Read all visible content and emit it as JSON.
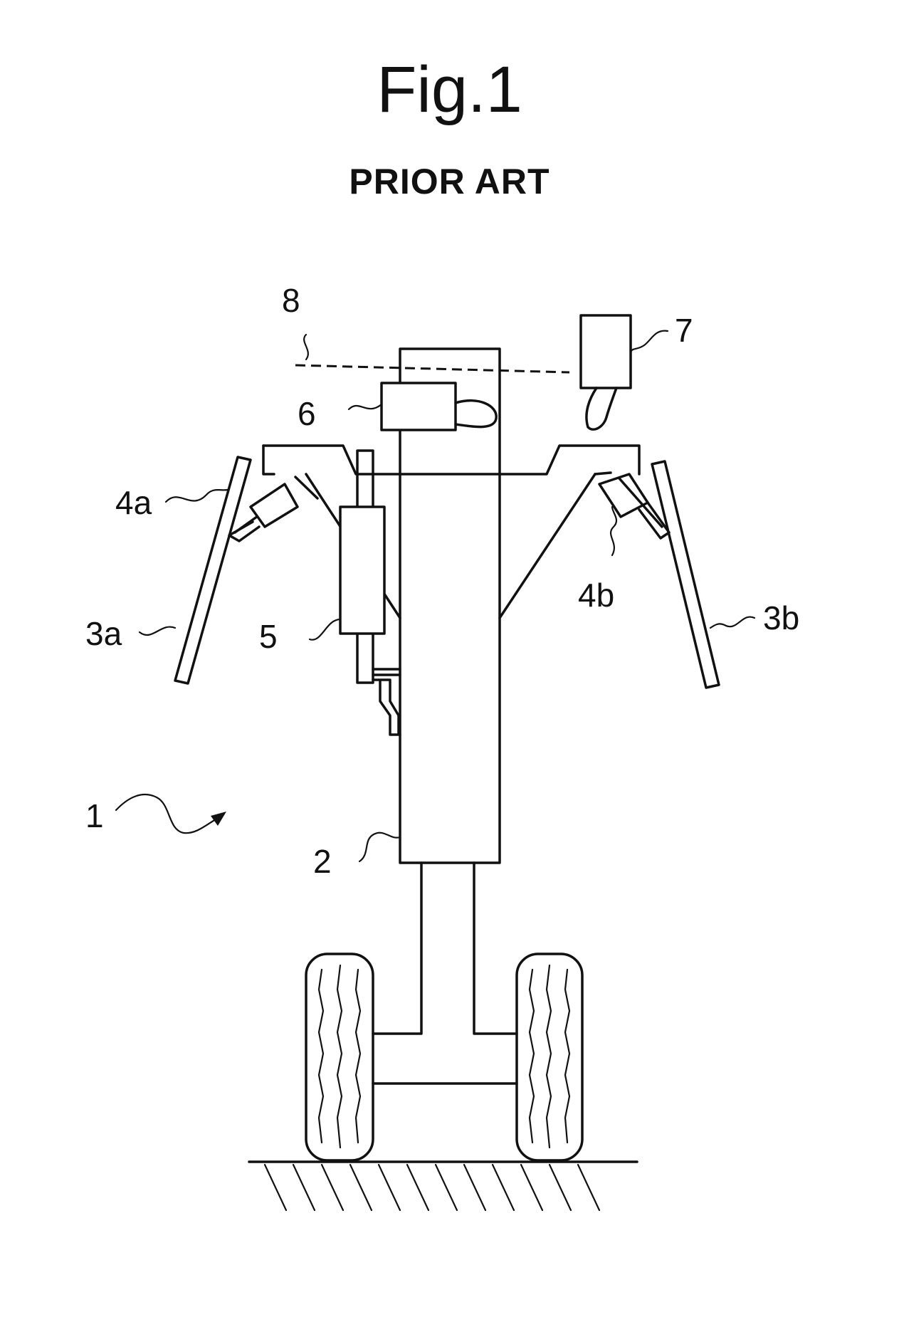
{
  "figure": {
    "title": "Fig.1",
    "subtitle": "PRIOR ART"
  },
  "labels": {
    "l1": "1",
    "l2": "2",
    "l3a": "3a",
    "l3b": "3b",
    "l4a": "4a",
    "l4b": "4b",
    "l5": "5",
    "l6": "6",
    "l7": "7",
    "l8": "8"
  },
  "colors": {
    "ink": "#111111",
    "paper": "#ffffff"
  }
}
